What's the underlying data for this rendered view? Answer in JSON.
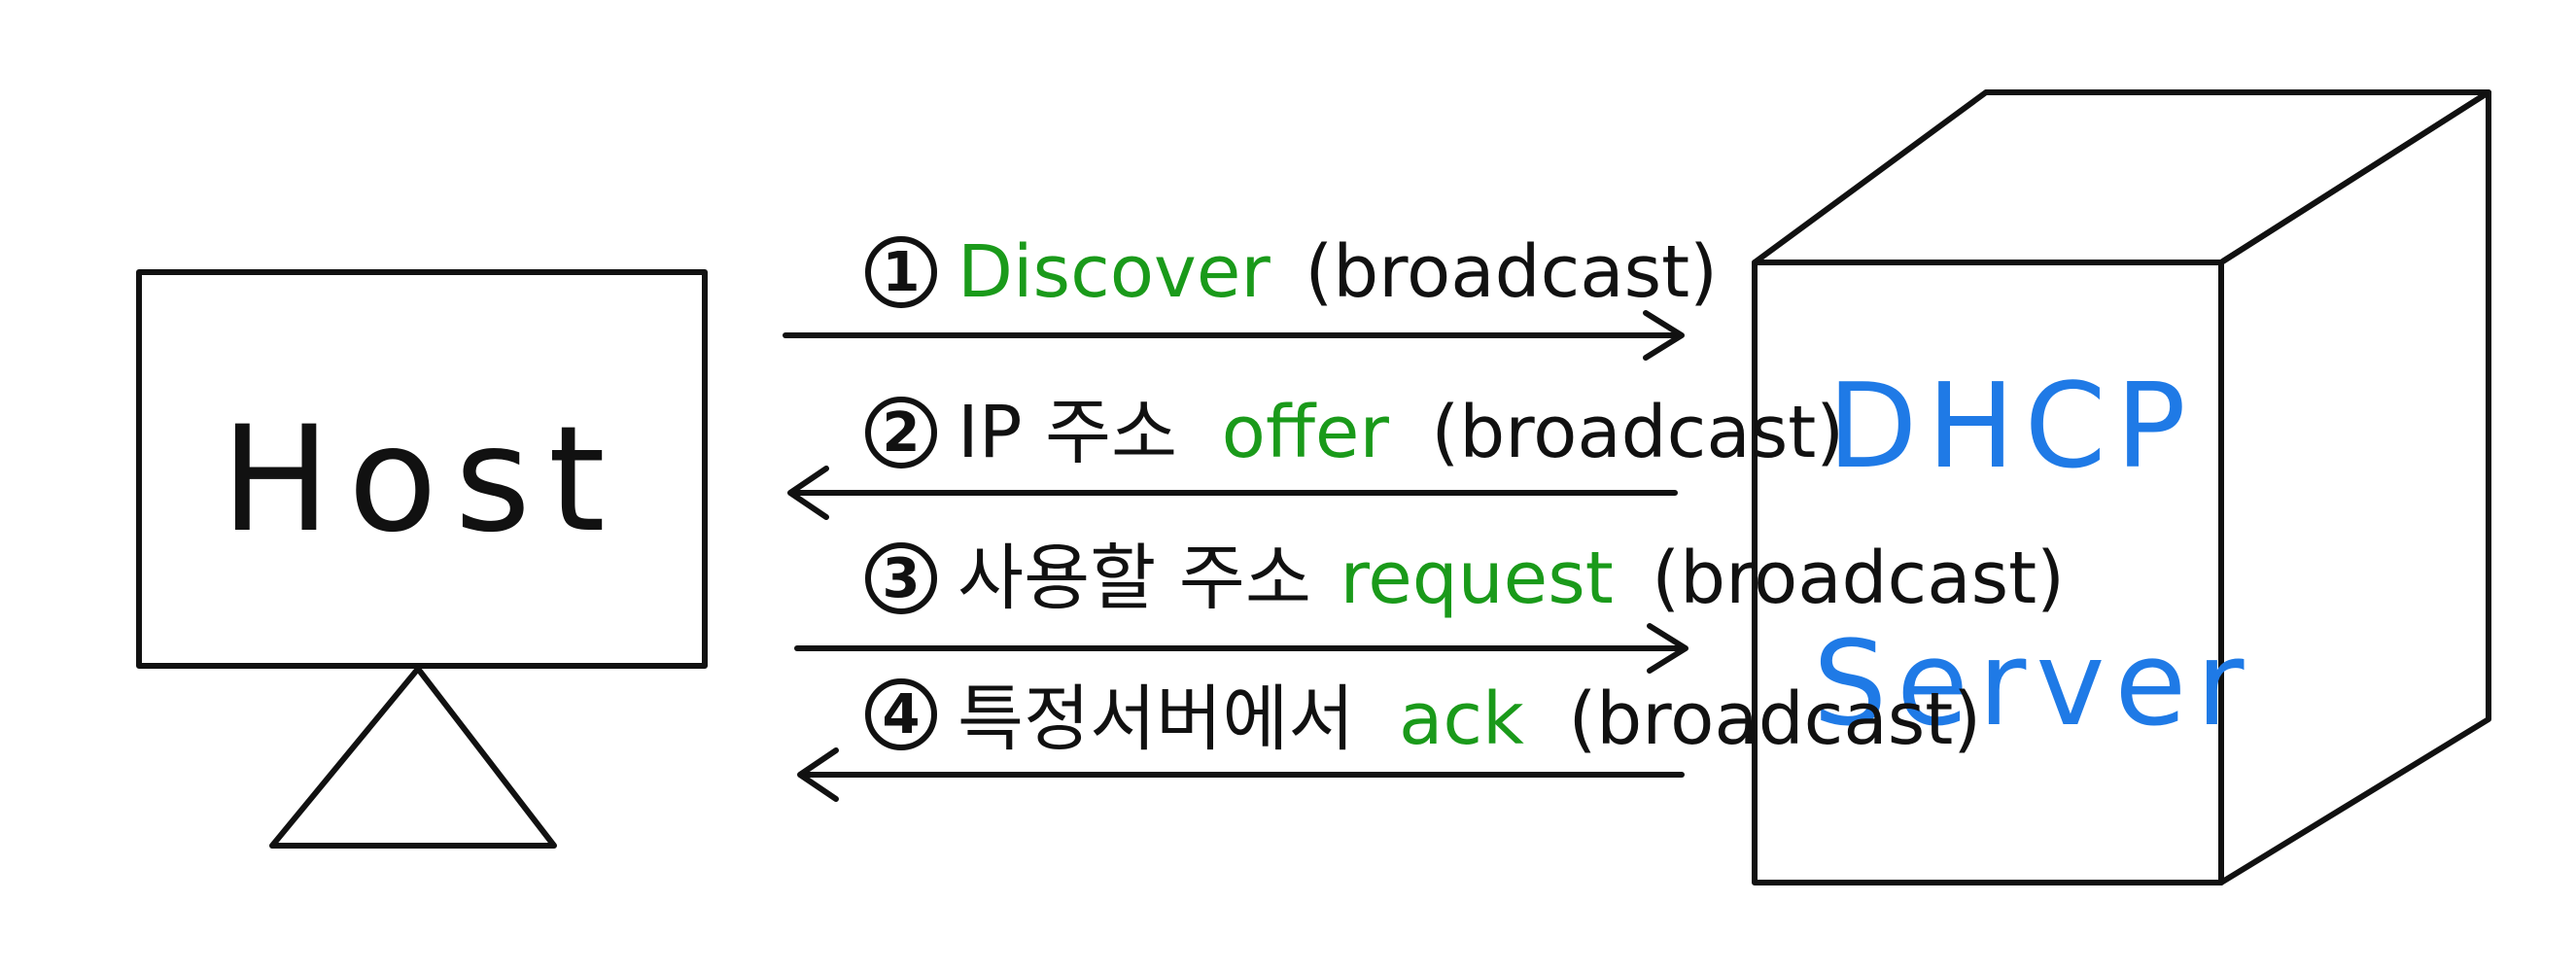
{
  "host": {
    "label": "Host"
  },
  "server": {
    "line1": "DHCP",
    "line2": "Server"
  },
  "colors": {
    "ink": "#111111",
    "keyword": "#1a9a1a",
    "server_text": "#1f7ae6",
    "background": "#ffffff"
  },
  "messages": [
    {
      "num": "1",
      "before": "",
      "keyword": "Discover",
      "after": "(broadcast)",
      "direction": "to-server"
    },
    {
      "num": "2",
      "before": "IP 주소",
      "keyword": "offer",
      "after": "(broadcast)",
      "direction": "to-host"
    },
    {
      "num": "3",
      "before": "사용할 주소",
      "keyword": "request",
      "after": "(broadcast)",
      "direction": "to-server"
    },
    {
      "num": "4",
      "before": "특정서버에서",
      "keyword": "ack",
      "after": "(broadcast)",
      "direction": "to-host"
    }
  ]
}
